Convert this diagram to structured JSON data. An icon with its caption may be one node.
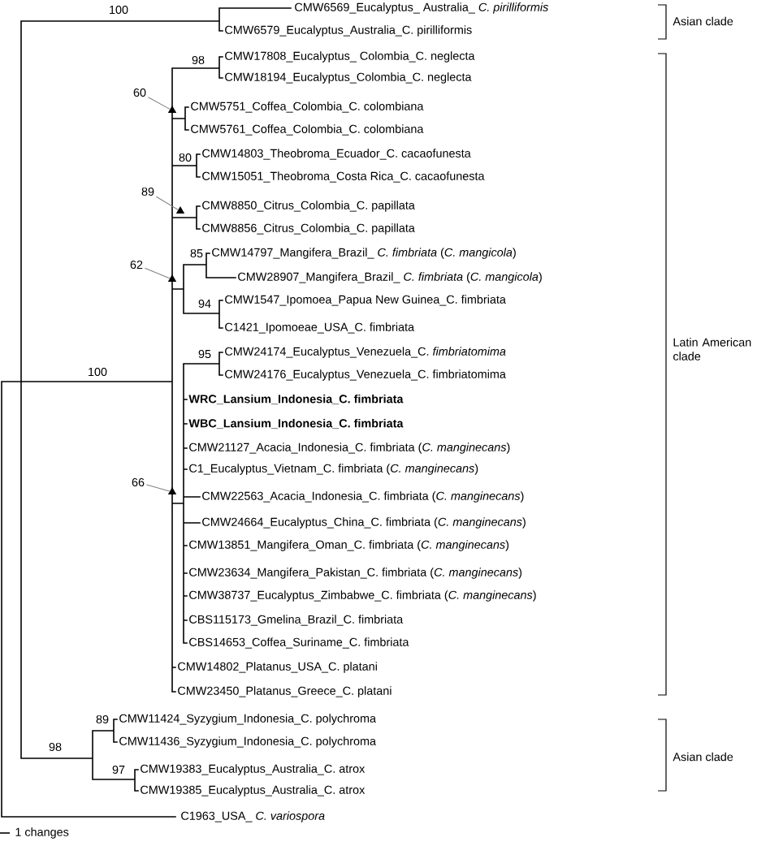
{
  "diagram": {
    "nodes": [
      {
        "text": [
          "60"
        ]
      },
      {
        "text": [],
        "shape": "triangle"
      },
      {
        "text": [
          "89"
        ]
      },
      {
        "text": [],
        "shape": "triangle"
      },
      {
        "text": [
          "62"
        ]
      },
      {
        "text": [],
        "shape": "triangle"
      },
      {
        "text": [
          "66"
        ]
      },
      {
        "text": [],
        "shape": "triangle"
      }
    ],
    "edges": [
      {
        "from": 0,
        "to": 1,
        "arrow": "none"
      },
      {
        "from": 2,
        "to": 3,
        "arrow": "none"
      },
      {
        "from": 4,
        "to": 5,
        "arrow": "none"
      },
      {
        "from": 6,
        "to": 7,
        "arrow": "none"
      }
    ],
    "labels": [
      "100",
      "CMW6569_Eucalyptus_ Australia_ *C. pirilliformis*",
      "Asian clade",
      "CMW6579_Eucalyptus_Australia_C. pirilliformis",
      "98",
      "CMW17808_Eucalyptus_ Colombia_C. neglecta",
      "CMW18194_Eucalyptus_Colombia_C. neglecta",
      "CMW5751_Coffea_Colombia_C. colombiana",
      "CMW5761_Coffea_Colombia_C. colombiana",
      "80",
      "CMW14803_Theobroma_Ecuador_C. cacaofunesta",
      "CMW15051_Theobroma_Costa Rica_C. cacaofunesta",
      "CMW8850_Citrus_Colombia_C. papillata",
      "CMW8856_Citrus_Colombia_C. papillata",
      "85",
      "CMW14797_Mangifera_Brazil_ *C. fimbriata* (*C. mangicola*)",
      "CMW28907_Mangifera_Brazil_ *C. fimbriata* (*C. mangicola*)",
      "94",
      "CMW1547_Ipomoea_Papua New Guinea_C. fimbriata",
      "C1421_Ipomoeae_USA_C. fimbriata",
      "Latin American clade",
      "95",
      "CMW24174_Eucalyptus_Venezuela_C. *fimbriatomima*",
      "100",
      "CMW24176_Eucalyptus_Venezuela_C. fimbriatomima",
      "WRC_Lansium_Indonesia_C. fimbriata",
      "WBC_Lansium_Indonesia_C. fimbriata",
      "CMW21127_Acacia_Indonesia_C. fimbriata (*C. manginecans*)",
      "C1_Eucalyptus_Vietnam_C. fimbriata (*C. manginecans*)",
      "CMW22563_Acacia_Indonesia_C. fimbriata (*C. manginecans*)",
      "CMW24664_Eucalyptus_China_C. fimbriata (*C. manginecans*)",
      "CMW13851_Mangifera_Oman_C. fimbriata (*C. manginecans*)",
      "CMW23634_Mangifera_Pakistan_C. fimbriata (*C. manginecans*)",
      "CMW38737_Eucalyptus_Zimbabwe_C. fimbriata (*C. manginecans*)",
      "CBS115173_Gmelina_Brazil_C. fimbriata",
      "CBS14653_Coffea_Suriname_C. fimbriata",
      "CMW14802_Platanus_USA_C. platani",
      "CMW23450_Platanus_Greece_C. platani",
      "89",
      "CMW11424_Syzygium_Indonesia_C. polychroma",
      "CMW11436_Syzygium_Indonesia_C. polychroma",
      "98",
      "Asian clade",
      "97",
      "CMW19383_Eucalyptus_Australia_C. atrox",
      "CMW19385_Eucalyptus_Australia_C. atrox",
      "C1963_USA_ *C. variospora*",
      "1 changes"
    ]
  }
}
